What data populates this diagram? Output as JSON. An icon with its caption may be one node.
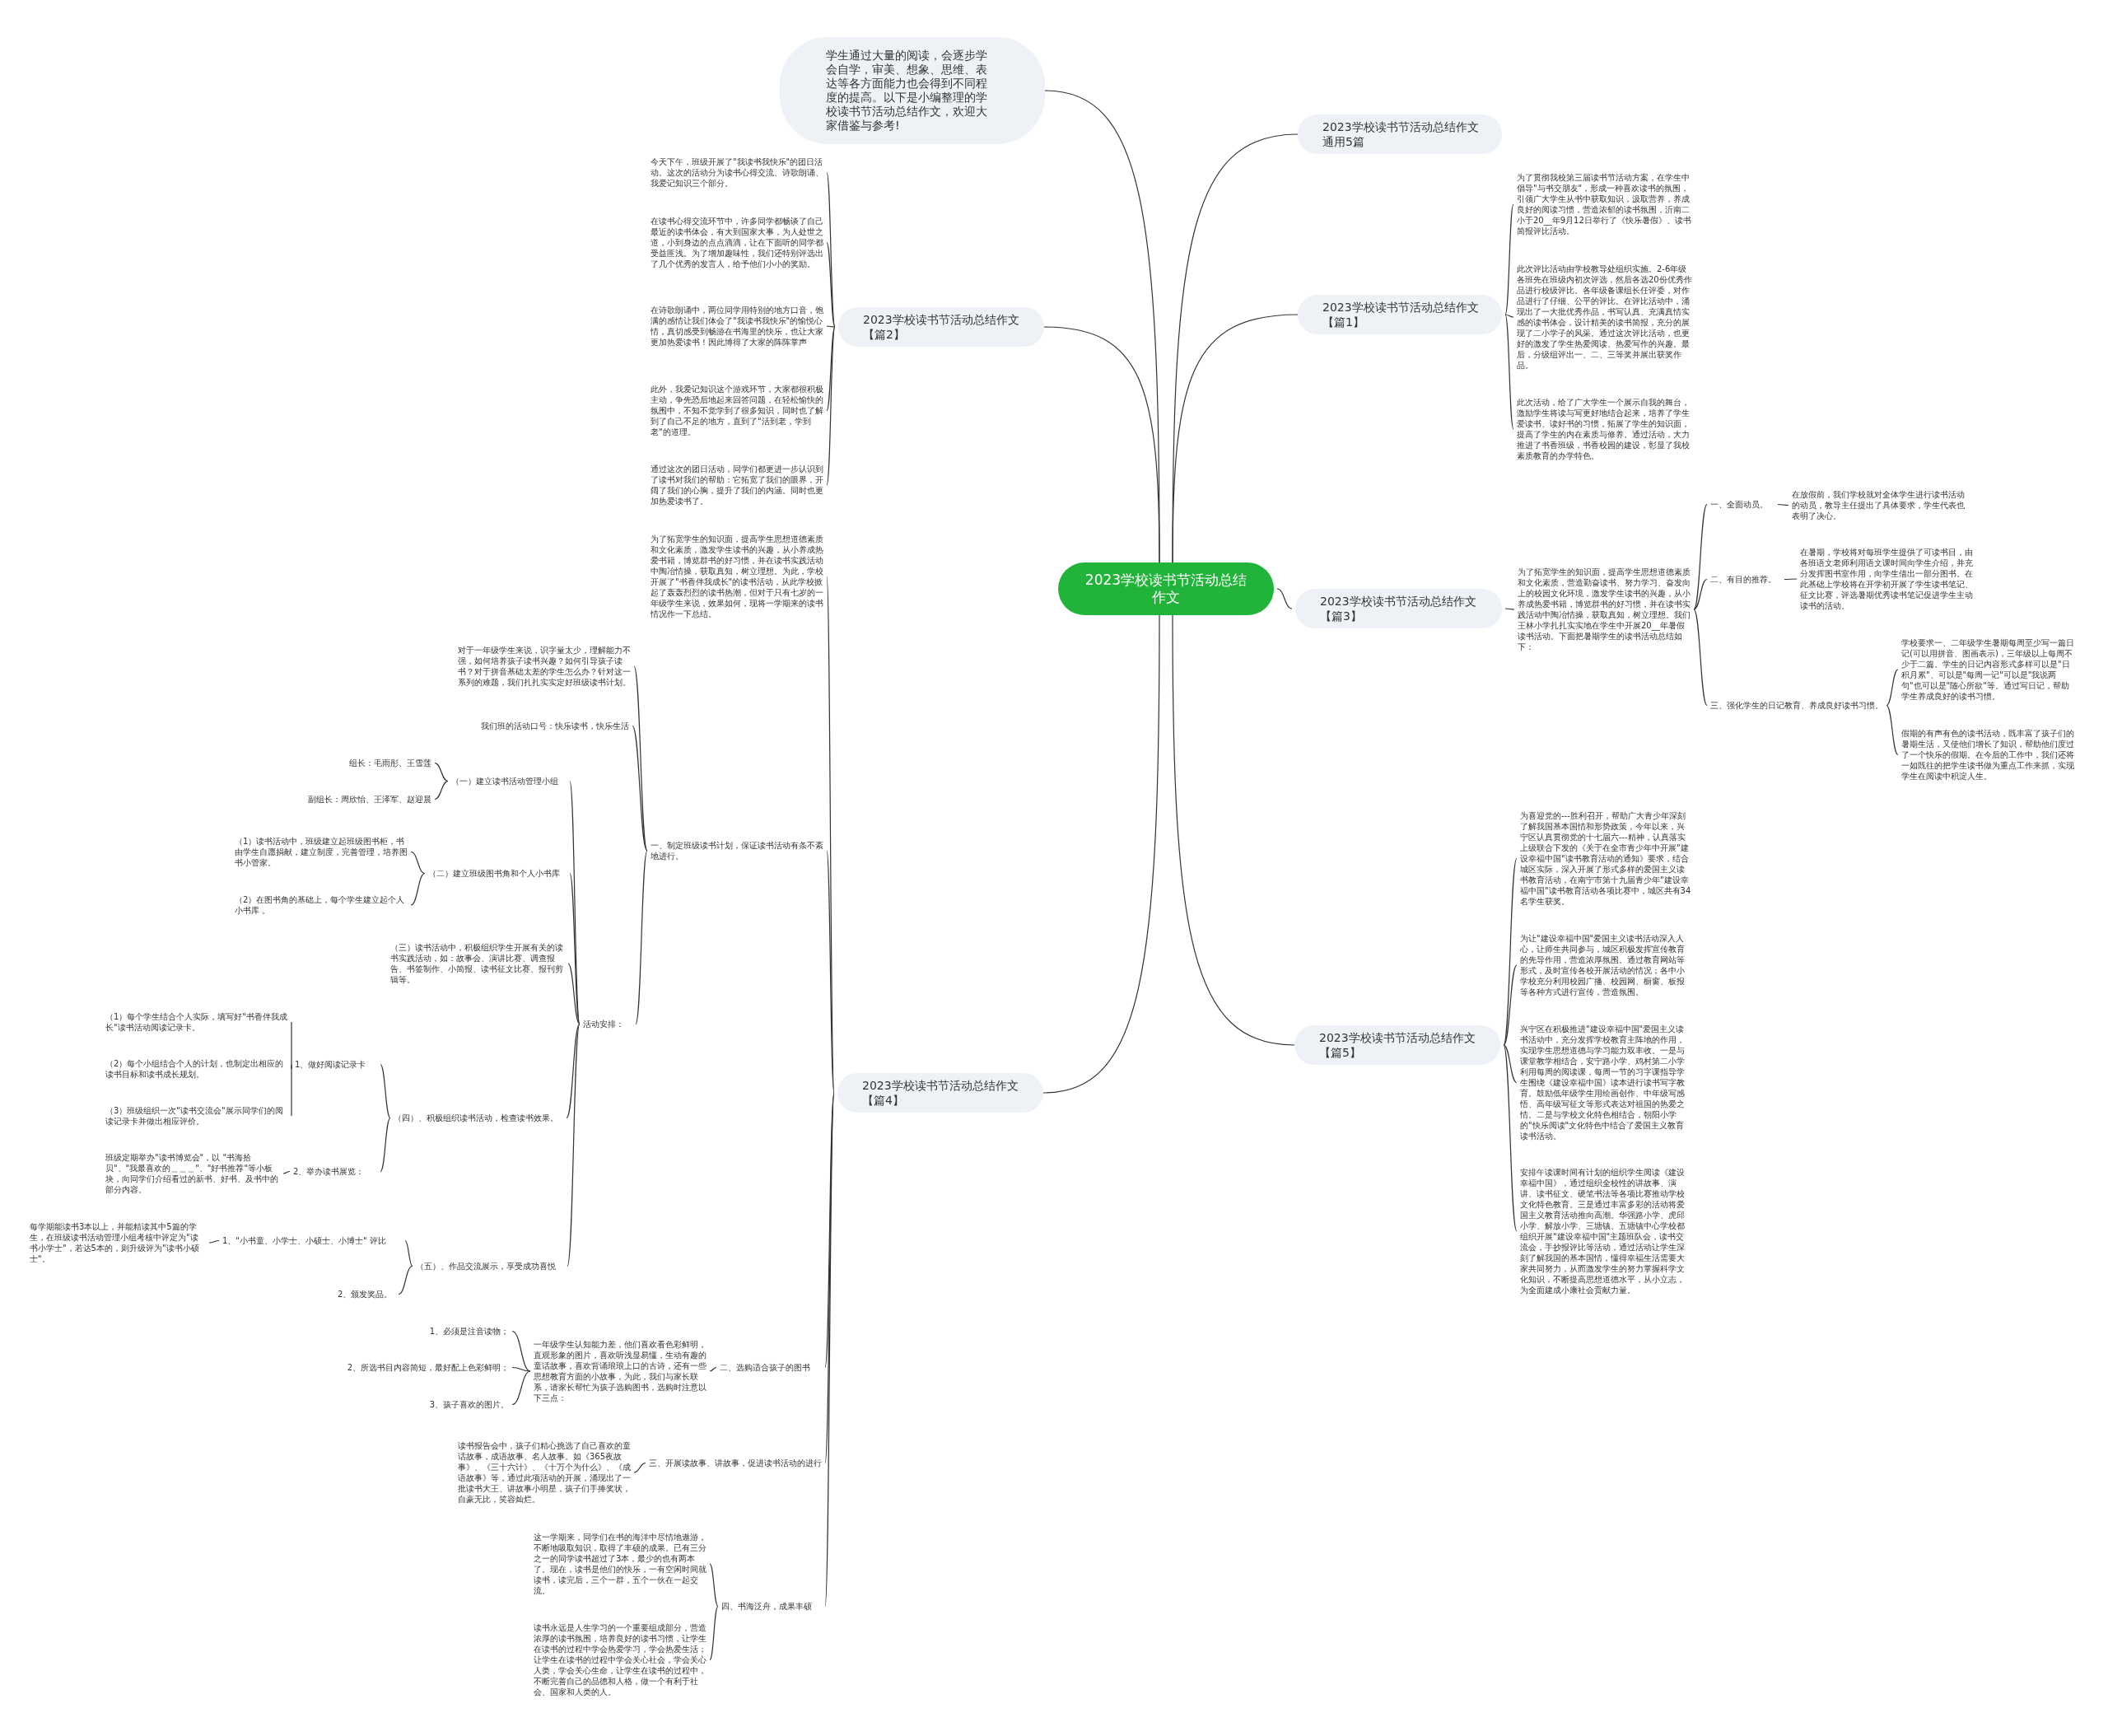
{
  "diagram": {
    "nodes": [
      {
        "text": [
          "2023学校读书节活动总结作文"
        ]
      },
      {
        "text": [
          "学生通过大量的阅读，会逐步学会自学，审美、想象、思维、表达等各方面能力也会得到不同程度的提高。以下是小编整理的学校读书节活动总结作文，欢迎大家借鉴与参考!"
        ]
      },
      {
        "text": [
          "2023学校读书节活动总结作文通用5篇"
        ]
      },
      {
        "text": [
          "2023学校读书节活动总结作文【篇2】"
        ]
      },
      {
        "text": [
          "今天下午，班级开展了\"我读书我快乐\"的团日活动。这次的活动分为读书心得交流、诗歌朗诵、我爱记知识三个部分。"
        ]
      },
      {
        "text": [
          "在读书心得交流环节中，许多同学都畅谈了自己最近的读书体会，有大到国家大事，为人处世之道，小到身边的点点滴滴，让在下面听的同学都受益匪浅。为了增加趣味性，我们还特别评选出了几个优秀的发言人，给予他们小小的奖励。"
        ]
      },
      {
        "text": [
          "在诗歌朗诵中，两位同学用特别的地方口音，饱满的感情让我们体会了\"我读书我快乐\"的愉悦心情，真切感受到畅游在书海里的快乐，也让大家更加热爱读书！因此博得了大家的阵阵掌声"
        ]
      },
      {
        "text": [
          "此外，我爱记知识这个游戏环节，大家都很积极主动，争先恐后地起来回答问题，在轻松愉快的氛围中，不知不觉学到了很多知识，同时也了解到了自己不足的地方，直到了\"活到老，学到老\"的道理。"
        ]
      },
      {
        "text": [
          "通过这次的团日活动，同学们都更进一步认识到了读书对我们的帮助：它拓宽了我们的眼界，开阔了我们的心胸，提升了我们的内涵。同时也更加热爱读书了。"
        ]
      },
      {
        "text": [
          "2023学校读书节活动总结作文【篇1】"
        ]
      },
      {
        "text": [
          "为了贯彻我校第三届读书节活动方案，在学生中倡导\"与书交朋友\"，形成一种喜欢读书的氛围，引领广大学生从书中获取知识，汲取营养，养成良好的阅读习惯，营造浓郁的读书氛围，沂南二小于20__年9月12日举行了《快乐暑假》、读书简报评比活动。"
        ]
      },
      {
        "text": [
          "此次评比活动由学校教导处组织实施。2-6年级各班先在班级内初次评选，然后各选20份优秀作品进行校级评比。各年级备课组长任评委，对作品进行了仔细、公平的评比。在评比活动中，涌现出了一大批优秀作品，书写认真、充满真情实感的读书体会，设计精美的读书简报，充分的展现了二小学子的风采。通过这次评比活动，也更好的激发了学生热爱阅读、热爱写作的兴趣。最后，分级组评出一、二、三等奖并展出获奖作品。"
        ]
      },
      {
        "text": [
          "此次活动，给了广大学生一个展示自我的舞台，激励学生将读与写更好地结合起来，培养了学生爱读书、读好书的习惯，拓展了学生的知识面，提高了学生的内在素质与修养。通过活动，大力推进了书香班级，书香校园的建设，彰显了我校素质教育的办学特色。"
        ]
      },
      {
        "text": [
          "2023学校读书节活动总结作文【篇3】"
        ]
      },
      {
        "text": [
          "为了拓宽学生的知识面，提高学生思想道德素质和文化素质，营造勤奋读书、努力学习、奋发向上的校园文化环境，激发学生读书的兴趣，从小养成热爱书籍，博览群书的好习惯，并在读书实践活动中陶冶情操，获取真知，树立理想。我们王林小学扎扎实实地在学生中开展20__年暑假读书活动。下面把暑期学生的读书活动总结如下："
        ]
      },
      {
        "text": [
          "一、全面动员。"
        ]
      },
      {
        "text": [
          "在放假前，我们学校就对全体学生进行读书活动的动员，教导主任提出了具体要求，学生代表也表明了决心。"
        ]
      },
      {
        "text": [
          "二、有目的推荐。"
        ]
      },
      {
        "text": [
          "在暑期，学校将对每班学生提供了可读书目，由各班语文老师利用语文课时间向学生介绍，并充分发挥图书室作用，向学生借出一部分图书。在此基础上学校将在开学初开展了学生读书笔记、征文比赛，评选暑期优秀读书笔记促进学生主动读书的活动。"
        ]
      },
      {
        "text": [
          "三、强化学生的日记教育、养成良好读书习惯。"
        ]
      },
      {
        "text": [
          "学校要求一、二年级学生暑期每周至少写一篇日记(可以用拼音、图画表示)，三年级以上每周不少于二篇。学生的日记内容形式多样可以是\"日积月累\"、可以是\"每周一记\"可以是\"我说两句\"也可以是\"随心所欲\"等。通过写日记，帮助学生养成良好的读书习惯。"
        ]
      },
      {
        "text": [
          "假期的有声有色的读书活动，既丰富了孩子们的暑期生活，又使他们增长了知识，帮助他们度过了一个快乐的假期。在今后的工作中，我们还将一如既往的把学生读书做为重点工作来抓，实现学生在阅读中积淀人生。"
        ]
      },
      {
        "text": [
          "2023学校读书节活动总结作文【篇4】"
        ]
      },
      {
        "text": [
          "为了拓宽学生的知识面，提高学生思想道德素质和文化素质，激发学生读书的兴趣，从小养成热爱书籍，博览群书的好习惯，并在读书实践活动中陶冶情操，获取真知，树立理想。为此，学校开展了\"书香伴我成长\"的读书活动，从此学校掀起了轰轰烈烈的读书热潮，但对于只有七岁的一年级学生来说，效果如何，现将一学期来的读书情况作一下总结。"
        ]
      },
      {
        "text": [
          "一、制定班级读书计划，保证读书活动有条不紊地进行。"
        ]
      },
      {
        "text": [
          "对于一年级学生来说，识字量太少，理解能力不强，如何培养孩子读书兴趣？如何引导孩子读书？对于拼音基础太差的学生怎么办？针对这一系列的难题，我们扎扎实实定好班级读书计划。"
        ]
      },
      {
        "text": [
          "我们班的活动口号：快乐读书，快乐生活"
        ]
      },
      {
        "text": [
          "活动安排："
        ]
      },
      {
        "text": [
          "（一）建立读书活动管理小组"
        ]
      },
      {
        "text": [
          "组长：毛雨彤、王雪莲"
        ]
      },
      {
        "text": [
          "副组长：周欣怡、王泽军、赵迎晨"
        ]
      },
      {
        "text": [
          "（二）建立班级图书角和个人小书库"
        ]
      },
      {
        "text": [
          "（1）读书活动中，班级建立起班级图书柜，书由学生自愿捐献，建立制度，完善管理，培养图书小管家。"
        ]
      },
      {
        "text": [
          "（2）在图书角的基础上，每个学生建立起个人小书库 。"
        ]
      },
      {
        "text": [
          "（三）读书活动中，积极组织学生开展有关的读书实践活动，如：故事会、演讲比赛、调查报告、书签制作、小简报、读书征文比赛、报刊剪辑等。"
        ]
      },
      {
        "text": [
          "（四）、积极组织读书活动，检查读书效果。"
        ]
      },
      {
        "text": [
          "1、做好阅读记录卡"
        ]
      },
      {
        "text": [
          "（1）每个学生结合个人实际，填写好\"书香伴我成长\"读书活动阅读记录卡。"
        ]
      },
      {
        "text": [
          "（2）每个小组结合个人的计划，也制定出相应的读书目标和读书成长规划。"
        ]
      },
      {
        "text": [
          "（3）班级组织一次\"读书交流会\"展示同学们的阅读记录卡并做出相应评价。"
        ]
      },
      {
        "text": [
          "2、举办读书展览："
        ]
      },
      {
        "text": [
          "班级定期举办\"读书博览会\"，以 \"书海拾贝\"、\"我最喜欢的＿＿＿\"、\"好书推荐\"等小板块，向同学们介绍看过的新书、好书、及书中的部分内容。"
        ]
      },
      {
        "text": [
          "（五）、作品交流展示，享受成功喜悦"
        ]
      },
      {
        "text": [
          "1、\"小书童、小学士、小硕士、小博士\" 评比"
        ]
      },
      {
        "text": [
          "每学期能读书3本以上，并能精读其中5篇的学生，在班级读书活动管理小组考核中评定为\"读书小学士\"，若达5本的，则升级评为\"读书小硕士\"。"
        ]
      },
      {
        "text": [
          "2、颁发奖品。"
        ]
      },
      {
        "text": [
          "二、选购适合孩子的图书"
        ]
      },
      {
        "text": [
          "一年级学生认知能力差，他们喜欢看色彩鲜明，直观形象的图片，喜欢听浅显易懂，生动有趣的童话故事，喜欢背诵琅琅上口的古诗，还有一些思想教育方面的小故事，为此，我们与家长联系，请家长帮忙为孩子选购图书，选购时注意以下三点："
        ]
      },
      {
        "text": [
          "1、必须是注音读物；"
        ]
      },
      {
        "text": [
          "2、所选书目内容简短，最好配上色彩鲜明；"
        ]
      },
      {
        "text": [
          "3、孩子喜欢的图片。"
        ]
      },
      {
        "text": [
          "三、开展读故事、讲故事，促进读书活动的进行"
        ]
      },
      {
        "text": [
          "读书报告会中，孩子们精心挑选了自己喜欢的童话故事，成语故事、名人故事。如《365夜故事》、《三十六计》、《十万个为什么》、《成语故事》等，通过此项活动的开展，涌现出了一批读书大王、讲故事小明星，孩子们手捧奖状，自豪无比，笑容灿烂。"
        ]
      },
      {
        "text": [
          "四、书海泛舟，成果丰硕"
        ]
      },
      {
        "text": [
          "这一学期来，同学们在书的海洋中尽情地遨游，不断地吸取知识，取得了丰硕的成果。已有三分之一的同学读书超过了3本，最少的也有两本了。现在，读书是他们的快乐，一有空闲时间就读书，读完后，三个一群，五个一伙在一起交流。"
        ]
      },
      {
        "text": [
          "读书永远是人生学习的一个重要组成部分，营造浓厚的读书氛围，培养良好的读书习惯，让学生在读书的过程中学会热爱学习，学会热爱生活；让学生在读书的过程中学会关心社会，学会关心人类，学会关心生命，让学生在读书的过程中，不断完善自己的品德和人格，做一个有利于社会、国家和人类的人。"
        ]
      },
      {
        "text": [
          "2023学校读书节活动总结作文【篇5】"
        ]
      },
      {
        "text": [
          "为喜迎党的---胜利召开，帮助广大青少年深刻了解我国基本国情和形势政策，今年以来，兴宁区认真贯彻党的十七届六---精神，认真落实上级联合下发的《关于在全市青少年中开展\"建设幸福中国\"读书教育活动的通知》要求，结合城区实际，深入开展了形式多样的爱国主义读书教育活动，在南宁市第十九届青少年\"建设幸福中国\"读书教育活动各项比赛中，城区共有34名学生获奖。"
        ]
      },
      {
        "text": [
          "为让\"建设幸福中国\"爱国主义读书活动深入人心，让师生共同参与，城区积极发挥宣传教育的先导作用，营造浓厚氛围。通过教育网站等形式，及时宣传各校开展活动的情况；各中小学校充分利用校园广播、校园网、橱窗、板报等各种方式进行宣传，营造氛围。"
        ]
      },
      {
        "text": [
          "兴宁区在积极推进\"建设幸福中国\"爱国主义读书活动中，充分发挥学校教育主阵地的作用，实现学生思想道德与学习能力双丰收。一是与课堂教学相结合，安宁路小学、鸡村第二小学利用每周的阅读课，每周一节的习字课指导学生围绕《建设幸福中国》读本进行读书写字教育。鼓励低年级学生用绘画创作、中年级写感悟、高年级写征文等形式表达对祖国的热爱之情。二是与学校文化特色相结合，朝阳小学的\"快乐阅读\"文化特色中结合了爱国主义教育读书活动。"
        ]
      },
      {
        "text": [
          "安排午读课时间有计划的组织学生阅读《建设幸福中国》，通过组织全校性的讲故事、演讲、读书征文、硬笔书法等各项比赛推动学校文化特色教育。三是通过丰富多彩的活动将爱国主义教育活动推向高潮。华强路小学、虎邱小学、解放小学、三塘镇、五塘镇中心学校都组织开展\"建设幸福中国\"主题班队会，读书交流会，手抄报评比等活动，通过活动让学生深刻了解我国的基本国情，懂得幸福生活需要大家共同努力，从而激发学生的努力掌握科学文化知识，不断提高思想道德水平，从小立志，为全面建成小康社会贡献力量。"
        ]
      }
    ],
    "edges": [
      {
        "from": 0,
        "to": 1,
        "arrow": "none"
      },
      {
        "from": 0,
        "to": 2,
        "arrow": "none"
      },
      {
        "from": 0,
        "to": 3,
        "arrow": "none"
      },
      {
        "from": 0,
        "to": 9,
        "arrow": "none"
      },
      {
        "from": 0,
        "to": 13,
        "arrow": "none"
      },
      {
        "from": 0,
        "to": 22,
        "arrow": "none"
      },
      {
        "from": 0,
        "to": 56,
        "arrow": "none"
      },
      {
        "from": 3,
        "to": 4,
        "arrow": "none"
      },
      {
        "from": 3,
        "to": 5,
        "arrow": "none"
      },
      {
        "from": 3,
        "to": 6,
        "arrow": "none"
      },
      {
        "from": 3,
        "to": 7,
        "arrow": "none"
      },
      {
        "from": 3,
        "to": 8,
        "arrow": "none"
      },
      {
        "from": 9,
        "to": 10,
        "arrow": "none"
      },
      {
        "from": 9,
        "to": 11,
        "arrow": "none"
      },
      {
        "from": 9,
        "to": 12,
        "arrow": "none"
      },
      {
        "from": 13,
        "to": 14,
        "arrow": "none"
      },
      {
        "from": 14,
        "to": 15,
        "arrow": "none"
      },
      {
        "from": 14,
        "to": 17,
        "arrow": "none"
      },
      {
        "from": 14,
        "to": 19,
        "arrow": "none"
      },
      {
        "from": 15,
        "to": 16,
        "arrow": "none"
      },
      {
        "from": 17,
        "to": 18,
        "arrow": "none"
      },
      {
        "from": 19,
        "to": 20,
        "arrow": "none"
      },
      {
        "from": 19,
        "to": 21,
        "arrow": "none"
      },
      {
        "from": 22,
        "to": 23,
        "arrow": "none"
      },
      {
        "from": 22,
        "to": 24,
        "arrow": "none"
      },
      {
        "from": 22,
        "to": 46,
        "arrow": "none"
      },
      {
        "from": 22,
        "to": 51,
        "arrow": "none"
      },
      {
        "from": 22,
        "to": 53,
        "arrow": "none"
      },
      {
        "from": 24,
        "to": 25,
        "arrow": "none"
      },
      {
        "from": 24,
        "to": 26,
        "arrow": "none"
      },
      {
        "from": 24,
        "to": 27,
        "arrow": "none"
      },
      {
        "from": 27,
        "to": 28,
        "arrow": "none"
      },
      {
        "from": 27,
        "to": 31,
        "arrow": "none"
      },
      {
        "from": 27,
        "to": 34,
        "arrow": "none"
      },
      {
        "from": 27,
        "to": 35,
        "arrow": "none"
      },
      {
        "from": 27,
        "to": 42,
        "arrow": "none"
      },
      {
        "from": 28,
        "to": 29,
        "arrow": "none"
      },
      {
        "from": 28,
        "to": 30,
        "arrow": "none"
      },
      {
        "from": 31,
        "to": 32,
        "arrow": "none"
      },
      {
        "from": 31,
        "to": 33,
        "arrow": "none"
      },
      {
        "from": 35,
        "to": 36,
        "arrow": "none"
      },
      {
        "from": 35,
        "to": 40,
        "arrow": "none"
      },
      {
        "from": 36,
        "to": 37,
        "arrow": "none"
      },
      {
        "from": 36,
        "to": 38,
        "arrow": "none"
      },
      {
        "from": 36,
        "to": 39,
        "arrow": "none"
      },
      {
        "from": 40,
        "to": 41,
        "arrow": "none"
      },
      {
        "from": 42,
        "to": 43,
        "arrow": "none"
      },
      {
        "from": 42,
        "to": 45,
        "arrow": "none"
      },
      {
        "from": 43,
        "to": 44,
        "arrow": "none"
      },
      {
        "from": 46,
        "to": 47,
        "arrow": "none"
      },
      {
        "from": 47,
        "to": 48,
        "arrow": "none"
      },
      {
        "from": 47,
        "to": 49,
        "arrow": "none"
      },
      {
        "from": 47,
        "to": 50,
        "arrow": "none"
      },
      {
        "from": 51,
        "to": 52,
        "arrow": "none"
      },
      {
        "from": 53,
        "to": 54,
        "arrow": "none"
      },
      {
        "from": 53,
        "to": 55,
        "arrow": "none"
      },
      {
        "from": 56,
        "to": 57,
        "arrow": "none"
      },
      {
        "from": 56,
        "to": 58,
        "arrow": "none"
      },
      {
        "from": 56,
        "to": 59,
        "arrow": "none"
      },
      {
        "from": 56,
        "to": 60,
        "arrow": "none"
      }
    ]
  }
}
